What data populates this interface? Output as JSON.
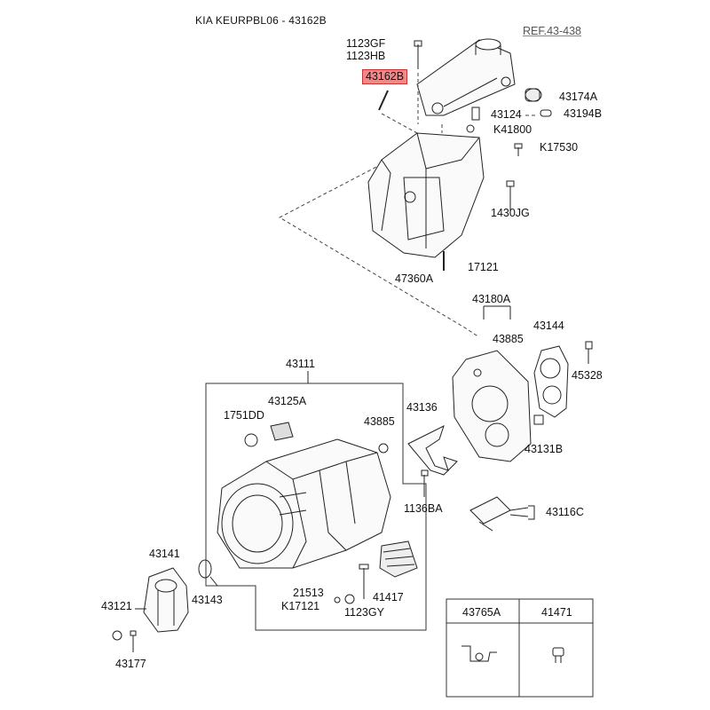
{
  "title": "KIA KEURPBL06 - 43162B",
  "reference": "REF.43-438",
  "highlighted_part": "43162B",
  "accent_color": "#f08a8a",
  "parts": {
    "p1123GF": "1123GF",
    "p1123HB": "1123HB",
    "p43162B": "43162B",
    "p43174A": "43174A",
    "p43124": "43124",
    "p43194B": "43194B",
    "pK41800": "K41800",
    "pK17530": "K17530",
    "p1430JG": "1430JG",
    "p17121": "17121",
    "p47360A": "47360A",
    "p43180A": "43180A",
    "p43885a": "43885",
    "p43144": "43144",
    "p45328": "45328",
    "p43111": "43111",
    "p43125A": "43125A",
    "p1751DD": "1751DD",
    "p43885b": "43885",
    "p43136": "43136",
    "p43131B": "43131B",
    "p1136BA": "1136BA",
    "p43116C": "43116C",
    "p43141": "43141",
    "p43121": "43121",
    "p43143": "43143",
    "p43177": "43177",
    "p21513": "21513",
    "pK17121": "K17121",
    "p1123GY": "1123GY",
    "p41417": "41417"
  },
  "legend": {
    "col1": "43765A",
    "col2": "41471"
  }
}
